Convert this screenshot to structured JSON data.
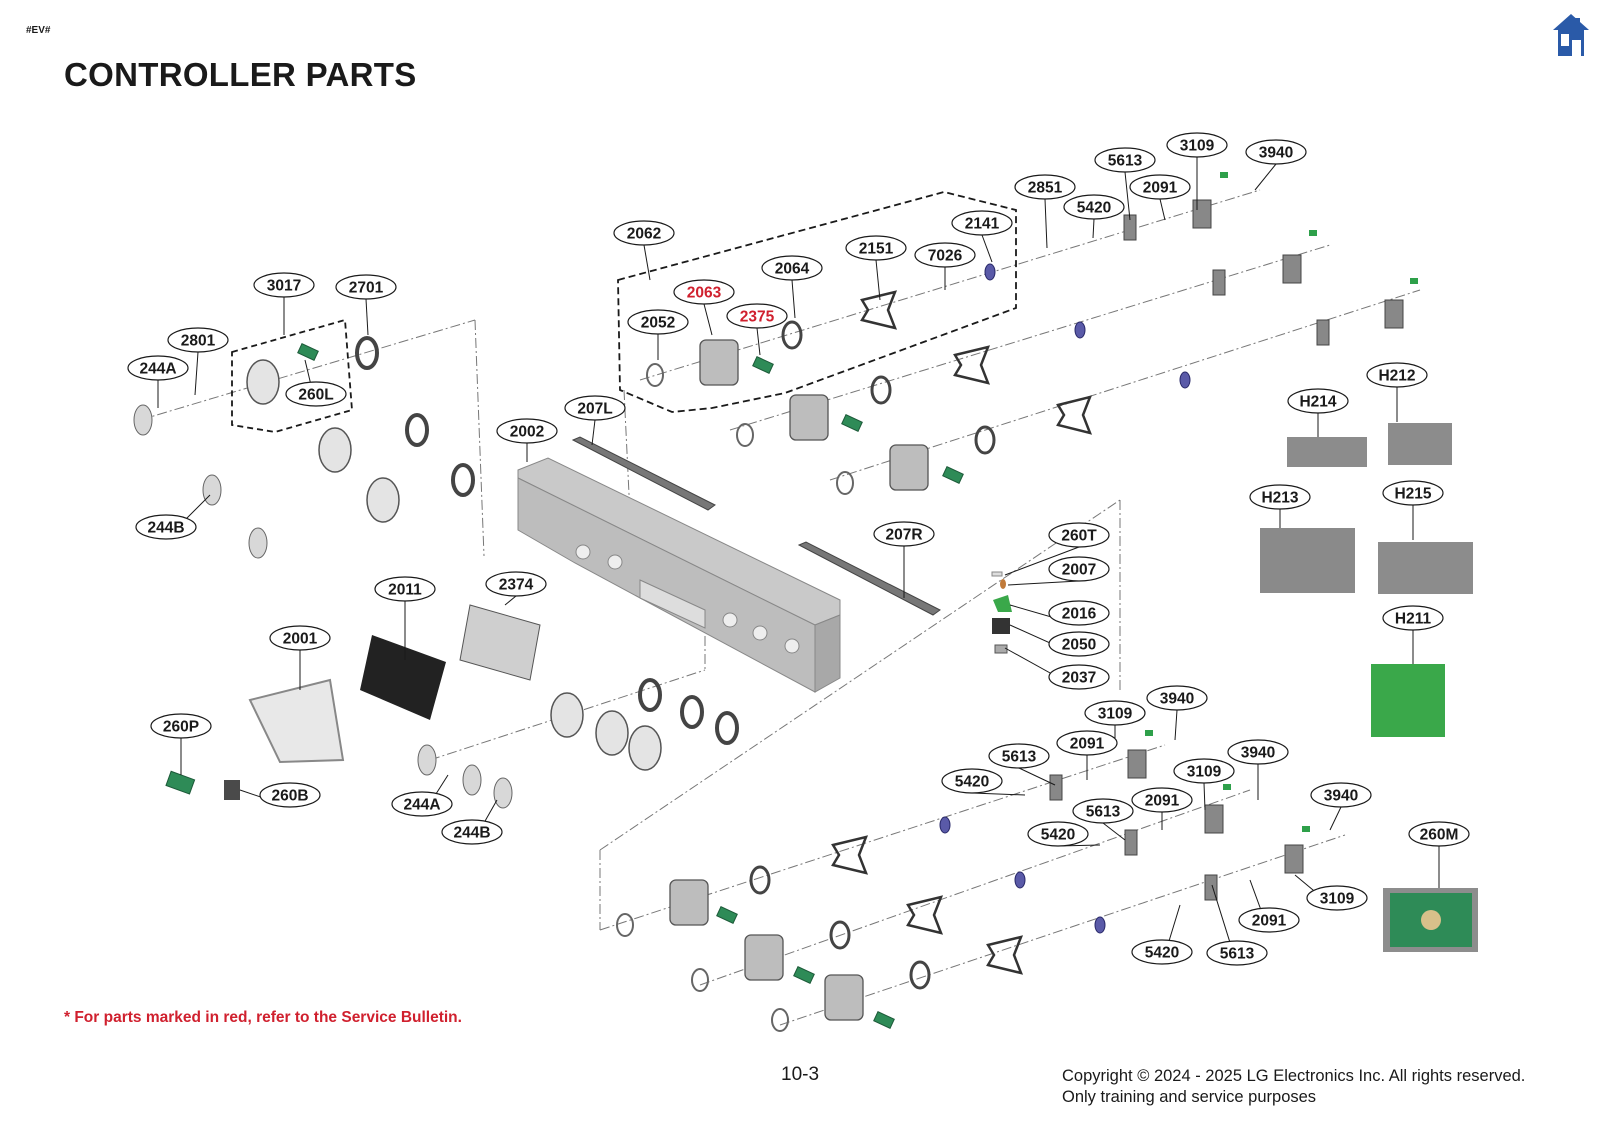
{
  "header": {
    "doc_tag": "#EV#",
    "title": "CONTROLLER PARTS",
    "home_icon": "home-icon"
  },
  "callouts": [
    {
      "id": "3109",
      "color": "#1a1a1a"
    },
    {
      "id": "5613",
      "color": "#1a1a1a"
    },
    {
      "id": "3940",
      "color": "#1a1a1a"
    },
    {
      "id": "2851",
      "color": "#1a1a1a"
    },
    {
      "id": "2091",
      "color": "#1a1a1a"
    },
    {
      "id": "5420",
      "color": "#1a1a1a"
    },
    {
      "id": "2141",
      "color": "#1a1a1a"
    },
    {
      "id": "2062",
      "color": "#1a1a1a"
    },
    {
      "id": "2151",
      "color": "#1a1a1a"
    },
    {
      "id": "7026",
      "color": "#1a1a1a"
    },
    {
      "id": "2064",
      "color": "#1a1a1a"
    },
    {
      "id": "2063",
      "color": "#d0202e"
    },
    {
      "id": "2375",
      "color": "#d0202e"
    },
    {
      "id": "2052",
      "color": "#1a1a1a"
    },
    {
      "id": "3017",
      "color": "#1a1a1a"
    },
    {
      "id": "2701",
      "color": "#1a1a1a"
    },
    {
      "id": "2801",
      "color": "#1a1a1a"
    },
    {
      "id": "244A",
      "color": "#1a1a1a"
    },
    {
      "id": "260L",
      "color": "#1a1a1a"
    },
    {
      "id": "207L",
      "color": "#1a1a1a"
    },
    {
      "id": "2002",
      "color": "#1a1a1a"
    },
    {
      "id": "244B",
      "color": "#1a1a1a"
    },
    {
      "id": "H212",
      "color": "#1a1a1a"
    },
    {
      "id": "H214",
      "color": "#1a1a1a"
    },
    {
      "id": "H213",
      "color": "#1a1a1a"
    },
    {
      "id": "H215",
      "color": "#1a1a1a"
    },
    {
      "id": "207R",
      "color": "#1a1a1a"
    },
    {
      "id": "260T",
      "color": "#1a1a1a"
    },
    {
      "id": "2007",
      "color": "#1a1a1a"
    },
    {
      "id": "2016",
      "color": "#1a1a1a"
    },
    {
      "id": "2050",
      "color": "#1a1a1a"
    },
    {
      "id": "2037",
      "color": "#1a1a1a"
    },
    {
      "id": "H211",
      "color": "#1a1a1a"
    },
    {
      "id": "2011",
      "color": "#1a1a1a"
    },
    {
      "id": "2374",
      "color": "#1a1a1a"
    },
    {
      "id": "2001",
      "color": "#1a1a1a"
    },
    {
      "id": "260P",
      "color": "#1a1a1a"
    },
    {
      "id": "260B",
      "color": "#1a1a1a"
    },
    {
      "id": "244A",
      "color": "#1a1a1a"
    },
    {
      "id": "244B",
      "color": "#1a1a1a"
    },
    {
      "id": "3109",
      "color": "#1a1a1a"
    },
    {
      "id": "3940",
      "color": "#1a1a1a"
    },
    {
      "id": "2091",
      "color": "#1a1a1a"
    },
    {
      "id": "5613",
      "color": "#1a1a1a"
    },
    {
      "id": "5420",
      "color": "#1a1a1a"
    },
    {
      "id": "3109",
      "color": "#1a1a1a"
    },
    {
      "id": "3940",
      "color": "#1a1a1a"
    },
    {
      "id": "5613",
      "color": "#1a1a1a"
    },
    {
      "id": "2091",
      "color": "#1a1a1a"
    },
    {
      "id": "5420",
      "color": "#1a1a1a"
    },
    {
      "id": "3940",
      "color": "#1a1a1a"
    },
    {
      "id": "260M",
      "color": "#1a1a1a"
    },
    {
      "id": "3109",
      "color": "#1a1a1a"
    },
    {
      "id": "2091",
      "color": "#1a1a1a"
    },
    {
      "id": "5420",
      "color": "#1a1a1a"
    },
    {
      "id": "5613",
      "color": "#1a1a1a"
    }
  ],
  "footer": {
    "note": "* For parts marked in red, refer to the Service Bulletin.",
    "page_number": "10-3",
    "copyright": "Copyright © 2024 - 2025 LG Electronics Inc. All rights reserved.",
    "usage": "Only training and service purposes",
    "note_color": "#d0202e"
  }
}
